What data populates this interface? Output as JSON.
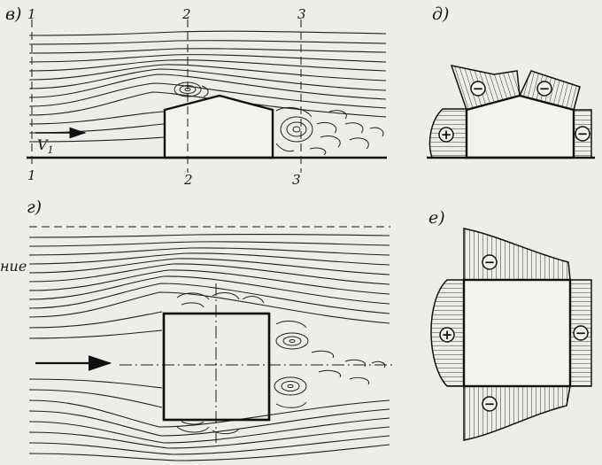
{
  "labels": {
    "panel_v": "в)",
    "panel_d": "д)",
    "panel_g": "г)",
    "panel_e": "е)",
    "velocity": "V",
    "velocity_sub": "1",
    "cut_text": "ние"
  },
  "sections": [
    {
      "top": "1",
      "bottom": "1"
    },
    {
      "top": "2",
      "bottom": "2"
    },
    {
      "top": "3",
      "bottom": "3"
    }
  ],
  "pressure_signs": {
    "plus": "+",
    "minus": "−"
  }
}
